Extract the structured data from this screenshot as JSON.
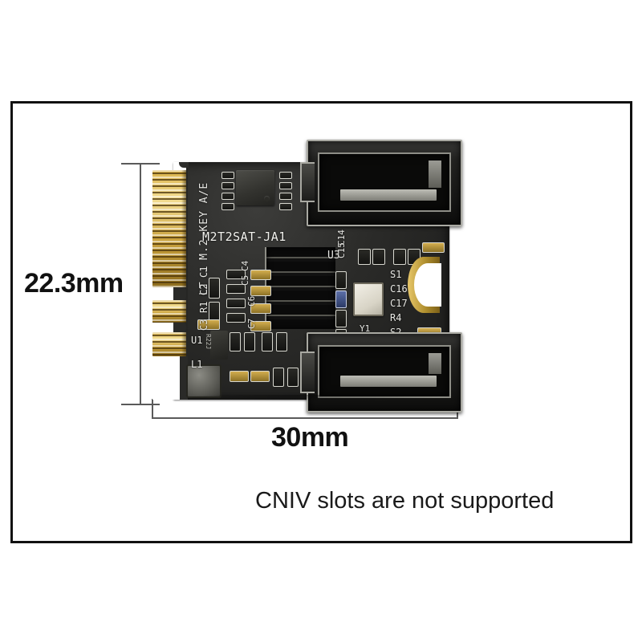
{
  "figure": {
    "type": "product-dimension-diagram",
    "subject": "M.2 Key A/E to dual SATA adapter card",
    "background_color": "#ffffff",
    "frame_border_color": "#111111"
  },
  "dimensions": {
    "height_label": "22.3mm",
    "width_label": "30mm",
    "line_color": "#5a5a5a"
  },
  "note": {
    "text": "CNIV slots are not supported"
  },
  "pcb": {
    "board_color": "#2a2a28",
    "gold_color": "#d9b24a",
    "silkscreen_color": "#e8e8e4",
    "silkscreen": {
      "key_text": "LT . M.2 KEY A/E",
      "model": "M2T2SAT-JA1",
      "u3": "U3",
      "u1": "U1",
      "l1": "L1",
      "c1": "C1",
      "c2": "C2",
      "r1": "R1",
      "c3": "C3",
      "c4": "C4",
      "c5": "C5",
      "c6": "C6",
      "c7": "C7",
      "c14": "C14",
      "c15": "C15",
      "c16": "C16",
      "c17": "C17",
      "s1": "S1",
      "s2": "S2",
      "r4": "R4",
      "y1": "Y1",
      "regulator_marking": "R22J"
    },
    "connectors": {
      "edge_connector": "M.2 Key A/E gold finger edge connector",
      "sata_port_top": "SATA 7-pin data port",
      "sata_port_bottom": "SATA 7-pin data port",
      "mounting_notch": "gold plated half-hole mounting notch"
    }
  }
}
